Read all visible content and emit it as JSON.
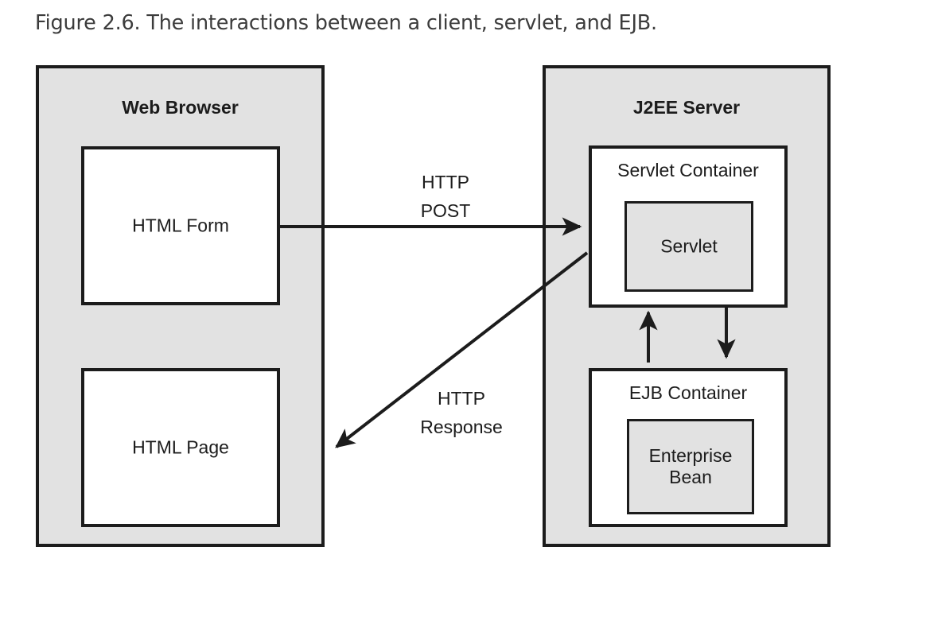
{
  "figure": {
    "caption": "Figure 2.6. The interactions between a client, servlet, and EJB."
  },
  "diagram": {
    "type": "block-diagram",
    "colors": {
      "panel_fill": "#e2e2e2",
      "node_fill_white": "#ffffff",
      "node_fill_gray": "#e2e2e2",
      "stroke": "#1c1c1c",
      "caption_text": "#3c3c3c",
      "page_background": "#ffffff"
    },
    "panels": [
      {
        "id": "web-browser",
        "title": "Web Browser",
        "nodes": [
          {
            "id": "html-form",
            "label": "HTML Form",
            "fill": "white"
          },
          {
            "id": "html-page",
            "label": "HTML Page",
            "fill": "white"
          }
        ]
      },
      {
        "id": "j2ee-server",
        "title": "J2EE Server",
        "nodes": [
          {
            "id": "servlet-container",
            "label": "Servlet Container",
            "fill": "white",
            "children": [
              {
                "id": "servlet",
                "label": "Servlet",
                "fill": "gray"
              }
            ]
          },
          {
            "id": "ejb-container",
            "label": "EJB Container",
            "fill": "white",
            "children": [
              {
                "id": "enterprise-bean",
                "label": "Enterprise\nBean",
                "fill": "gray"
              }
            ]
          }
        ]
      }
    ],
    "edges": [
      {
        "id": "http-post",
        "label": "HTTP\nPOST",
        "from": "html-form",
        "to": "servlet-container",
        "direction": "right"
      },
      {
        "id": "http-response",
        "label": "HTTP\nResponse",
        "from": "servlet-container",
        "to": "html-page",
        "direction": "down-left"
      },
      {
        "id": "servlet-to-ejb",
        "label": "",
        "from": "servlet-container",
        "to": "ejb-container",
        "direction": "down"
      },
      {
        "id": "ejb-to-servlet",
        "label": "",
        "from": "ejb-container",
        "to": "servlet-container",
        "direction": "up"
      }
    ]
  }
}
